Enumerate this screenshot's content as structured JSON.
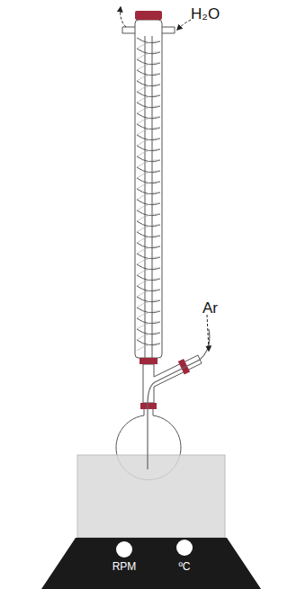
{
  "diagram": {
    "labels": [
      "H₂O",
      "Ar",
      "RPM",
      "ºC"
    ]
  }
}
